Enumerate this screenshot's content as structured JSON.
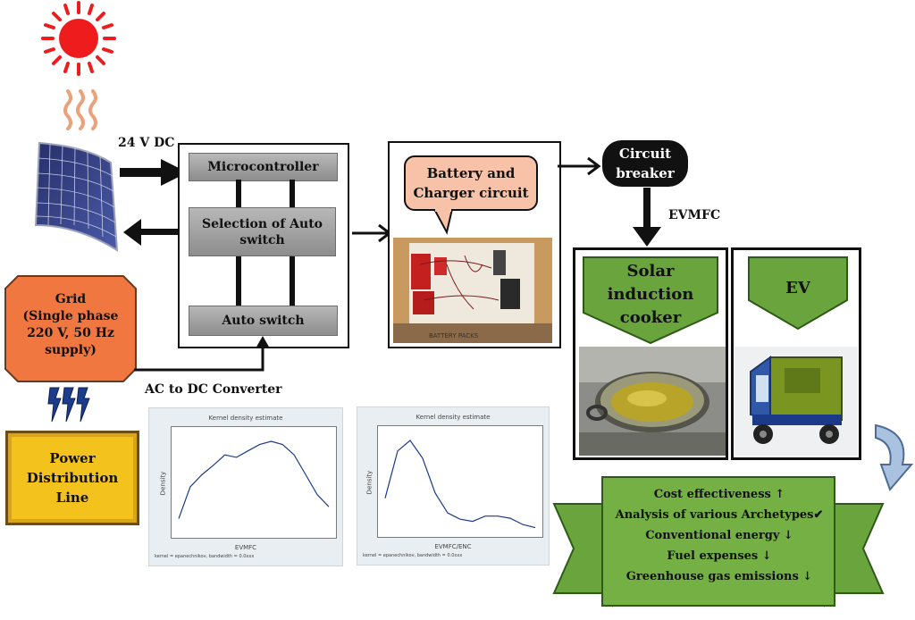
{
  "labels": {
    "dc_24v": "24 V DC",
    "microcontroller": "Microcontroller",
    "selection_auto_switch": "Selection of Auto switch",
    "auto_switch": "Auto switch",
    "grid": "Grid\n(Single phase\n220 V, 50 Hz\nsupply)",
    "ac_dc_converter": "AC to DC Converter",
    "power_distribution": "Power Distribution Line",
    "battery_charger": "Battery and Charger circuit",
    "battery_photo_caption": "BATTERY PACKS",
    "circuit_breaker": "Circuit breaker",
    "evmfc": "EVMFC",
    "solar_cooker": "Solar induction cooker",
    "ev": "EV"
  },
  "benefits": [
    "Cost effectiveness ↑",
    "Analysis of various Archetypes✔",
    "Conventional energy ↓",
    "Fuel expenses ↓",
    "Greenhouse gas emissions ↓"
  ],
  "plots": [
    {
      "title": "Kernel density estimate",
      "xlabel": "EVMFC",
      "ylabel": "Density",
      "note": "kernel = epanechnikov, bandwidth = 0.0xxx",
      "x": [
        0,
        1,
        2,
        3,
        4,
        5,
        6,
        7,
        8,
        9,
        10,
        11,
        12,
        13
      ],
      "y": [
        0.15,
        0.55,
        0.7,
        0.82,
        0.95,
        0.92,
        1.0,
        1.08,
        1.12,
        1.08,
        0.95,
        0.7,
        0.45,
        0.3
      ]
    },
    {
      "title": "Kernel density estimate",
      "xlabel": "EVMFC/ENC",
      "ylabel": "Density",
      "note": "kernel = epanechnikov, bandwidth = 0.0xxx",
      "x": [
        0,
        1,
        2,
        3,
        4,
        5,
        6,
        7,
        8,
        9,
        10,
        11,
        12
      ],
      "y": [
        0.3,
        0.75,
        0.85,
        0.68,
        0.35,
        0.16,
        0.1,
        0.08,
        0.13,
        0.13,
        0.11,
        0.05,
        0.02
      ]
    }
  ],
  "colors": {
    "sun": "#ee1c1c",
    "grid_orange": "#f07840",
    "power_yellow": "#f3c21d",
    "green": "#6aa43c",
    "salmon": "#f8c2a8"
  }
}
